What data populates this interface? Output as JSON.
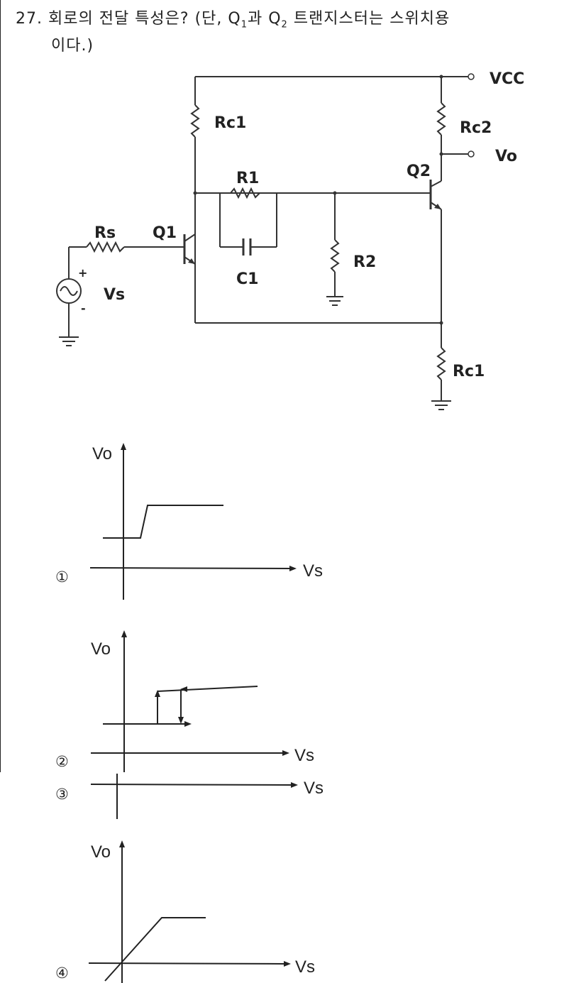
{
  "question": {
    "number": "27.",
    "text_before_q1": "회로의 전달 특성은? (단, Q",
    "q1_sub": "1",
    "text_mid": "과 Q",
    "q2_sub": "2",
    "text_after": " 트랜지스터는 스위치용",
    "line2": "이다.)"
  },
  "circuit": {
    "labels": {
      "vcc": "VCC",
      "rc1_top": "Rc1",
      "rc2": "Rc2",
      "vo": "Vo",
      "q2": "Q2",
      "r1": "R1",
      "rs": "Rs",
      "q1": "Q1",
      "c1": "C1",
      "r2": "R2",
      "plus": "+",
      "minus": "-",
      "vs": "Vs",
      "rc1_bottom": "Rc1"
    }
  },
  "options": [
    {
      "marker": "①",
      "y_axis": "Vo",
      "x_axis": "Vs"
    },
    {
      "marker": "②",
      "y_axis": "Vo",
      "x_axis": "Vs"
    },
    {
      "marker": "③",
      "x_axis": "Vs"
    },
    {
      "marker": "④",
      "y_axis": "Vo",
      "x_axis": "Vs"
    }
  ]
}
